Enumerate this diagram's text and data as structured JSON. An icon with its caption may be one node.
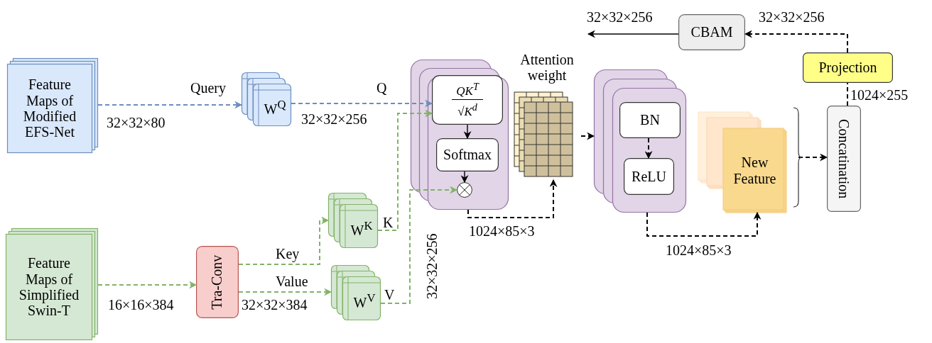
{
  "diagram": {
    "nodes": [
      {
        "text": [
          "Feature Maps of Modified EFS-Net"
        ]
      },
      {
        "text": [
          "W$^{Q}$"
        ]
      },
      {
        "text": [],
        "shape": "box"
      },
      {
        "text": [
          "QK$^{T}$",
          "√K$^{d}$"
        ],
        "in": 2
      },
      {
        "text": [
          "Softmax"
        ],
        "in": 2
      },
      {
        "text": [],
        "shape": "circle",
        "in": 2
      },
      {
        "text": [
          "Attention weight"
        ]
      },
      {
        "text": [],
        "shape": "box"
      },
      {
        "text": [
          "BN"
        ],
        "in": 7
      },
      {
        "text": [
          "ReLU"
        ],
        "in": 7
      },
      {
        "text": [
          "New Feature"
        ]
      },
      {
        "text": [
          "Concatination"
        ]
      },
      {
        "text": [
          "Projection"
        ]
      },
      {
        "text": [
          "CBAM"
        ]
      },
      {
        "text": [
          "Feature Maps of Simplified Swin-T"
        ]
      },
      {
        "text": [
          "Tra-Conv"
        ]
      },
      {
        "text": [
          "W$^{K}$"
        ]
      },
      {
        "text": [
          "W$^{V}$"
        ]
      }
    ],
    "edges": [
      {
        "from": 0,
        "to": 1,
        "arrow": "to",
        "label": "Query",
        "style": "dashed",
        "color": "#6c8ebf"
      },
      {
        "from": 1,
        "to": 3,
        "arrow": "to",
        "label": "Q",
        "style": "dashed",
        "color": "#6c8ebf"
      },
      {
        "from": 14,
        "to": 15,
        "arrow": "to",
        "style": "dashed",
        "color": "#82b366"
      },
      {
        "from": 15,
        "to": 16,
        "arrow": "to",
        "label": "Key",
        "style": "dashed",
        "color": "#82b366"
      },
      {
        "from": 15,
        "to": 17,
        "arrow": "to",
        "label": "Value",
        "style": "dashed",
        "color": "#82b366"
      },
      {
        "from": 16,
        "to": 3,
        "arrow": "to",
        "label": "K",
        "style": "dashed",
        "color": "#82b366"
      },
      {
        "from": 17,
        "to": 5,
        "arrow": "to",
        "label": "V",
        "style": "dashed",
        "color": "#82b366"
      },
      {
        "from": 3,
        "to": 4,
        "arrow": "to"
      },
      {
        "from": 4,
        "to": 5,
        "arrow": "to"
      },
      {
        "from": 2,
        "to": 6,
        "arrow": "to",
        "style": "dashed"
      },
      {
        "from": 6,
        "to": 7,
        "arrow": "to",
        "style": "dashed"
      },
      {
        "from": 8,
        "to": 9,
        "arrow": "to",
        "style": "dashed"
      },
      {
        "from": 7,
        "to": 10,
        "arrow": "to",
        "style": "dashed"
      },
      {
        "from": 10,
        "to": 11,
        "arrow": "to",
        "style": "dashed"
      },
      {
        "from": 11,
        "to": 12,
        "arrow": "none",
        "style": "dashed"
      },
      {
        "from": 12,
        "to": 13,
        "arrow": "to",
        "label": "32×32×256",
        "style": "dashed"
      },
      {
        "from": 13,
        "to": null,
        "arrow": "to",
        "label": "32×32×256"
      }
    ],
    "labels": [
      "32×32×80",
      "32×32×256",
      "16×16×384",
      "32×32×384",
      "32×32×256",
      "1024×85×3",
      "1024×85×3",
      "1024×255"
    ]
  }
}
